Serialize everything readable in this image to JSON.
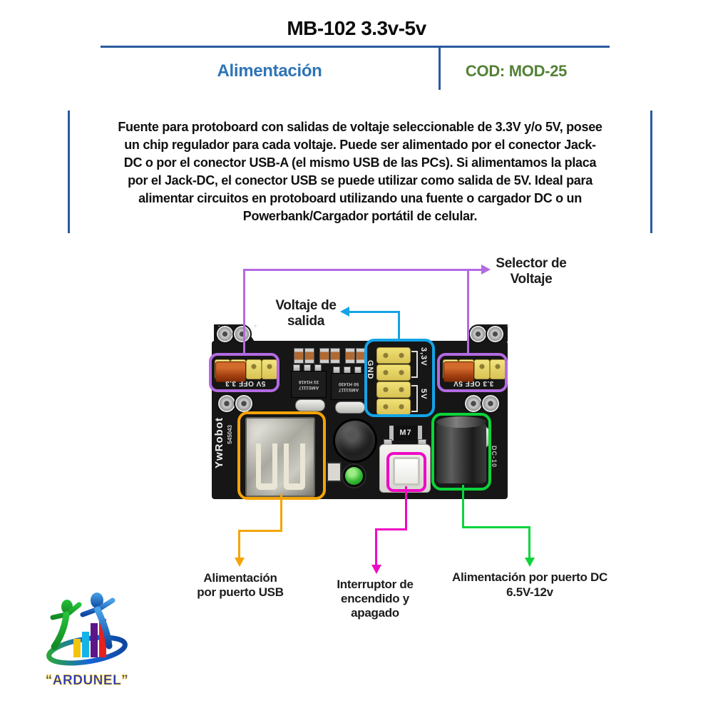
{
  "header": {
    "title": "MB-102 3.3v-5v",
    "category": "Alimentación",
    "code": "COD: MOD-25"
  },
  "description": {
    "lines": [
      "Fuente para protoboard con salidas de voltaje seleccionable de 3.3V y/o 5V, posee",
      "un chip regulador para cada voltaje. Puede ser alimentado por el conector Jack-",
      "DC o por el conector USB-A (el mismo USB de las PCs). Si alimentamos la placa",
      "por el Jack-DC, el conector USB se puede utilizar como salida de 5V. Ideal para",
      "alimentar circuitos en protoboard utilizando una fuente o cargador DC o un",
      "Powerbank/Cargador portátil de celular."
    ]
  },
  "figure": {
    "annotations": {
      "voltage_selector": {
        "lines": [
          "Selector de",
          "Voltaje"
        ]
      },
      "output_voltage": {
        "lines": [
          "Voltaje de",
          "salida"
        ]
      },
      "usb_power": {
        "lines": [
          "Alimentación",
          "por puerto USB"
        ]
      },
      "power_switch": {
        "lines": [
          "Interruptor de",
          "encendido y",
          "apagado"
        ]
      },
      "dc_power": {
        "lines": [
          "Alimentación por puerto DC",
          "6.5V-12v"
        ]
      }
    },
    "board": {
      "brand": "YwRobot",
      "serial": "545043",
      "tab_polarity": "- +",
      "left_jumper_label": "5V OFF 3.3",
      "right_jumper_label": "3.3 OFF 5V",
      "gnd_label": "GND",
      "v33_label": "3,3V",
      "v5_label": "5V",
      "regulator1_line1": "AMS1117",
      "regulator1_line2": "33 H1418",
      "regulator2_line1": "AMS1117",
      "regulator2_line2": "50 H1430",
      "diode_label": "M7",
      "dc_marking": "DC-10"
    },
    "colors": {
      "header_rule": "#2b5a9e",
      "category_text": "#2e74b5",
      "code_text": "#538135",
      "annotation_purple": "#b36ae2",
      "annotation_cyan": "#14a3e6",
      "annotation_orange": "#f5a405",
      "annotation_magenta": "#ee0ac4",
      "annotation_green": "#0cd43a",
      "pcb_black": "#161616",
      "pin_yellow": "#e8d463",
      "jumper_orange": "#b5501c"
    }
  },
  "logo": {
    "text": "“ARDUNEL”"
  }
}
